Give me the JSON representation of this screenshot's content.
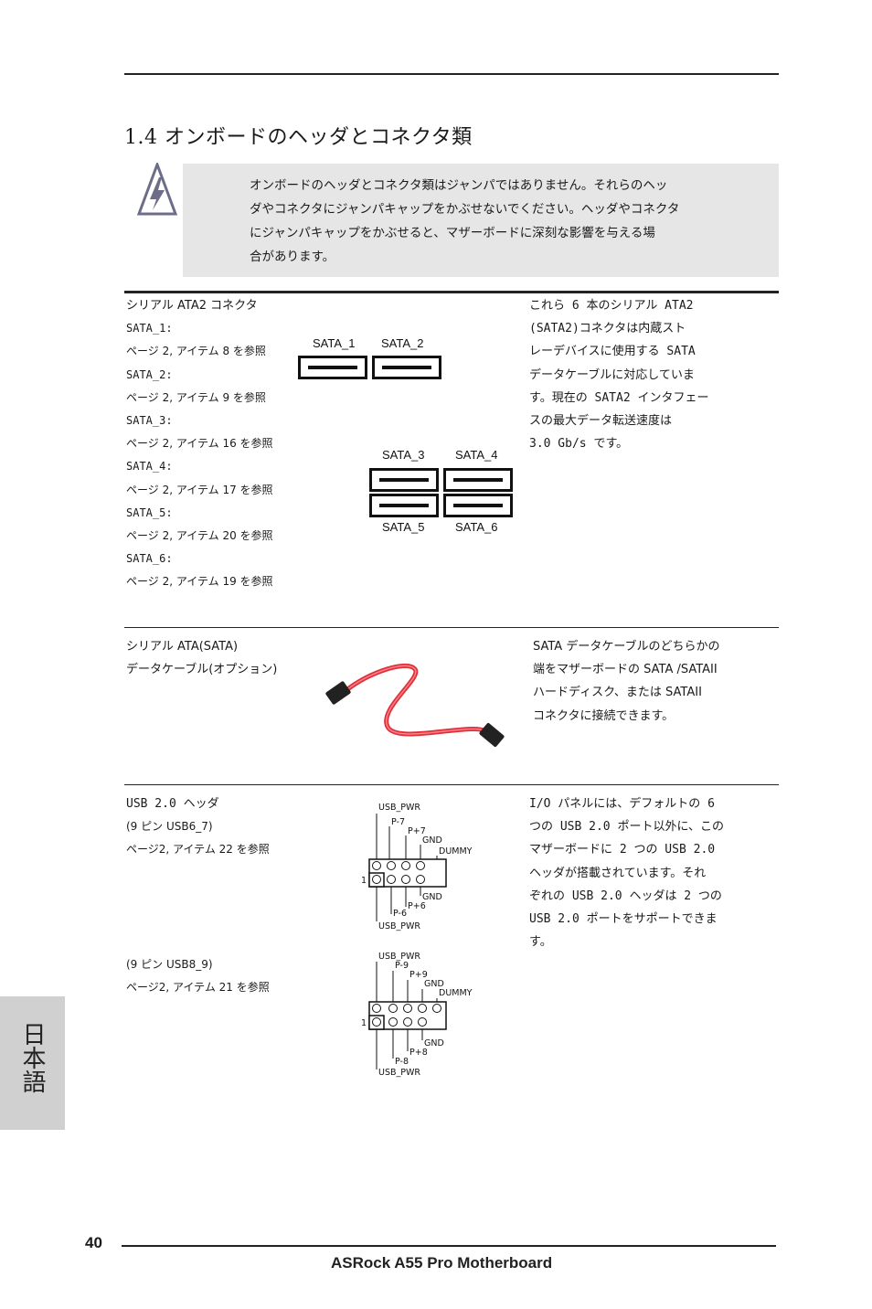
{
  "section_title": "1.4 オンボードのヘッダとコネクタ類",
  "caution": {
    "icon": "warning-triangle-lightning-icon",
    "lines": [
      "オンボードのヘッダとコネクタ類はジャンパではありません。それらのヘッ",
      "ダやコネクタにジャンパキャップをかぶせないでください。ヘッダやコネクタ",
      "にジャンパキャップをかぶせると、マザーボードに深刻な影響を与える場",
      "合があります。"
    ]
  },
  "sata": {
    "title": "シリアル ATA2 コネクタ",
    "entries": [
      {
        "name": "SATA_1:",
        "ref": "ページ 2, アイテム 8 を参照"
      },
      {
        "name": "SATA_2:",
        "ref": "ページ 2, アイテム 9 を参照"
      },
      {
        "name": "SATA_3:",
        "ref": "ページ 2, アイテム 16 を参照"
      },
      {
        "name": "SATA_4:",
        "ref": "ページ 2, アイテム 17 を参照"
      },
      {
        "name": "SATA_5:",
        "ref": "ページ 2, アイテム 20 を参照"
      },
      {
        "name": "SATA_6:",
        "ref": "ページ 2, アイテム 19 を参照"
      }
    ],
    "diagram_labels": [
      "SATA_1",
      "SATA_2",
      "SATA_3",
      "SATA_4",
      "SATA_5",
      "SATA_6"
    ],
    "description": [
      "これら 6 本のシリアル ATA2",
      "(SATA2)コネクタは内蔵スト",
      "レーデバイスに使用する SATA",
      "データケーブルに対応していま",
      "す。現在の SATA2 インタフェー",
      "スの最大データ転送速度は",
      "3.0 Gb/s です。"
    ]
  },
  "cable": {
    "title_lines": [
      "シリアル ATA(SATA)",
      "データケーブル(オプション)"
    ],
    "description": [
      "SATA データケーブルのどちらかの",
      "端をマザーボードの SATA /SATAII",
      "ハードディスク、または SATAII",
      "コネクタに接続できます。"
    ],
    "cable_color": "#e0303a"
  },
  "usb": {
    "title": "USB 2.0 ヘッダ",
    "header1": {
      "pins": "(9 ピン USB6_7)",
      "ref": "ページ2, アイテム 22 を参照"
    },
    "header2": {
      "pins": "(9 ピン USB8_9)",
      "ref": "ページ2, アイテム 21 を参照"
    },
    "diagram1": {
      "top_labels": [
        "USB_PWR",
        "P-7",
        "P+7",
        "GND",
        "DUMMY"
      ],
      "bottom_labels": [
        "GND",
        "P+6",
        "P-6",
        "USB_PWR"
      ],
      "pin1": "1"
    },
    "diagram2": {
      "top_labels": [
        "USB_PWR",
        "P-9",
        "P+9",
        "GND",
        "DUMMY"
      ],
      "bottom_labels": [
        "GND",
        "P+8",
        "P-8",
        "USB_PWR"
      ],
      "pin1": "1"
    },
    "description": [
      "I/O パネルには、デフォルトの 6",
      "つの USB 2.0 ポート以外に、この",
      "マザーボードに 2 つの USB 2.0",
      "ヘッダが搭載されています。それ",
      "ぞれの USB 2.0 ヘッダは 2 つの",
      "USB 2.0 ポートをサポートできま",
      "す。"
    ]
  },
  "language_tab": "日本語",
  "footer": {
    "page_number": "40",
    "title": "ASRock  A55 Pro  Motherboard"
  }
}
